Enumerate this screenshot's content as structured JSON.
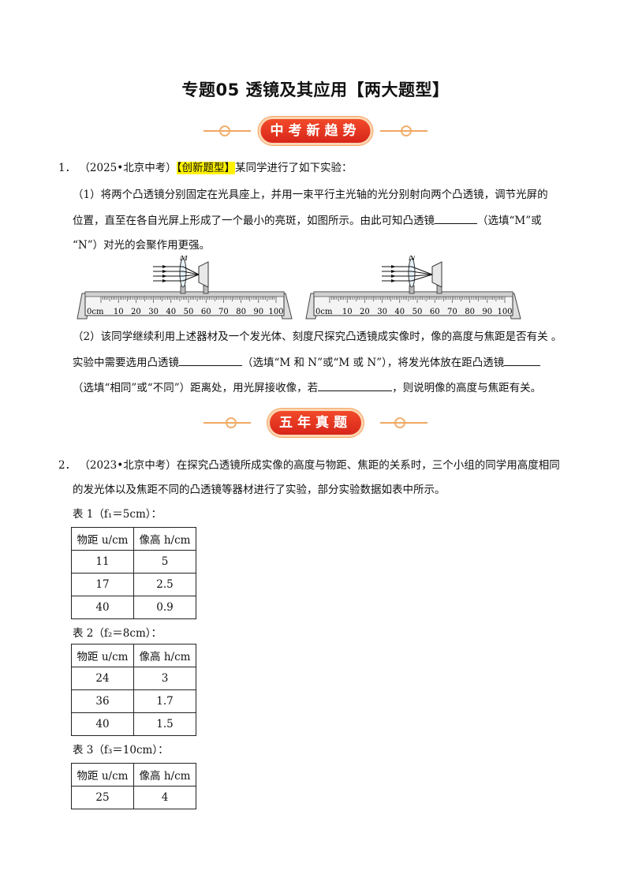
{
  "title": "专题05  透镜及其应用【两大题型】",
  "banners": {
    "first": "中考新趋势",
    "second": "五年真题"
  },
  "q1": {
    "num": "1．",
    "source": "（2025•北京中考）",
    "tag": "【创新题型】",
    "stem": "某同学进行了如下实验：",
    "p1_line1": "（1）将两个凸透镜分别固定在光具座上，并用一束平行主光轴的光分别射向两个凸透镜，调节光屏的",
    "p1_line2": "位置，直至在各自光屏上形成了一个最小的亮斑，如图所示。由此可知凸透镜",
    "p1_line2_end": "（选填“M”或",
    "p1_line3": "“N”）对光的会聚作用更强。",
    "fig": {
      "lens_m": "M",
      "lens_n": "N",
      "unit": "0cm",
      "ticks": [
        "10",
        "20",
        "30",
        "40",
        "50",
        "60",
        "70",
        "80",
        "90",
        "100"
      ]
    },
    "p2_line1": "（2）该同学继续利用上述器材及一个发光体、刻度尺探究凸透镜成实像时，像的高度与焦距是否有关 。",
    "p2_line2a": "实验中需要选用凸透镜",
    "p2_line2b": "（选填“M 和 N”或“M 或 N”），将发光体放在距凸透镜",
    "p2_line3a": "（选填“相同”或“不同”）距离处，用光屏接收像，若",
    "p2_line3b": "，则说明像的高度与焦距有关。"
  },
  "q2": {
    "num": "2．",
    "source": "（2023•北京中考）",
    "stem_line1": "在探究凸透镜所成实像的高度与物距、焦距的关系时，三个小组的同学用高度相同",
    "stem_line2": "的发光体以及焦距不同的凸透镜等器材进行了实验，部分实验数据如表中所示。",
    "tables": [
      {
        "caption": "表 1（f₁＝5cm）：",
        "headers": [
          "物距 u/cm",
          "像高 h/cm"
        ],
        "rows": [
          [
            "11",
            "5"
          ],
          [
            "17",
            "2.5"
          ],
          [
            "40",
            "0.9"
          ]
        ]
      },
      {
        "caption": "表 2（f₂＝8cm）：",
        "headers": [
          "物距 u/cm",
          "像高 h/cm"
        ],
        "rows": [
          [
            "24",
            "3"
          ],
          [
            "36",
            "1.7"
          ],
          [
            "40",
            "1.5"
          ]
        ]
      },
      {
        "caption": "表 3（f₃＝10cm）：",
        "headers": [
          "物距 u/cm",
          "像高 h/cm"
        ],
        "rows": [
          [
            "25",
            "4"
          ]
        ]
      }
    ]
  }
}
